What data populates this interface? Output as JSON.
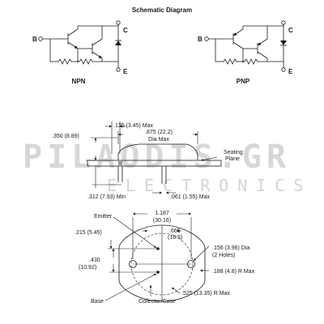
{
  "diagram": {
    "title": "Schematic Diagram",
    "npn": {
      "caption": "NPN",
      "b": "B",
      "c": "C",
      "e": "E"
    },
    "pnp": {
      "caption": "PNP",
      "b": "B",
      "c": "C",
      "e": "E"
    }
  },
  "side_view": {
    "d_135": ".135 (3.45) Max",
    "d_350": ".350 (8.89)",
    "d_875": ".875 (22.2)",
    "d_dia_max": "Dia Max",
    "d_seating": "Seating",
    "d_plane": "Plane",
    "d_312": ".312 (7.93) Min",
    "d_061": ".061 (1.55) Max"
  },
  "bottom_view": {
    "emitter": "Emitter",
    "d_1187": "1.187",
    "d_3016": "(30.16)",
    "d_665": ".665",
    "d_169": "(16.9)",
    "d_215": ".215 (5.45)",
    "d_156": ".156 (3.96) Dia",
    "d_2holes": "(2 Holes)",
    "d_430": ".430",
    "d_1092": "(10.92)",
    "d_188": ".188 (4.8) R Max",
    "d_525": ".525 (13.35) R Max",
    "base": "Base",
    "collector": "Collector/Case"
  },
  "watermark": {
    "line1": "PILAODIS.GR",
    "line2": "ELECTRONICS"
  }
}
